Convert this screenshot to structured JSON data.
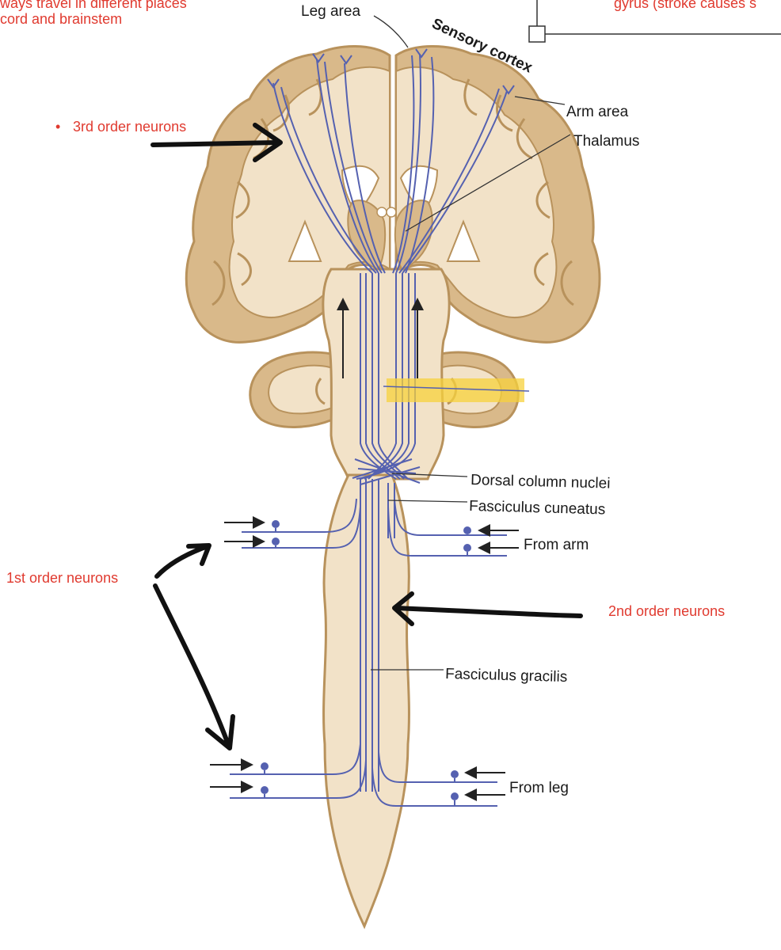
{
  "labels": {
    "leg_area": "Leg area",
    "sensory_cortex": "Sensory cortex",
    "arm_area": "Arm area",
    "thalamus": "Thalamus",
    "dorsal_column_nuclei": "Dorsal column nuclei",
    "fasciculus_cuneatus": "Fasciculus cuneatus",
    "from_arm": "From arm",
    "fasciculus_gracilis": "Fasciculus gracilis",
    "from_leg": "From leg"
  },
  "annotations": {
    "top_left_line1": "ways travel in different places",
    "top_left_line2": "cord and brainstem",
    "top_right": "gyrus (stroke causes s",
    "third_order": "3rd order neurons",
    "first_order": "1st order neurons",
    "second_order": "2nd order neurons"
  },
  "colors": {
    "tissue": "#d9b98a",
    "white_matter": "#f2e2c8",
    "tract": "#5561b0",
    "annotation": "#e03a2f",
    "highlight": "#f7d23c"
  }
}
